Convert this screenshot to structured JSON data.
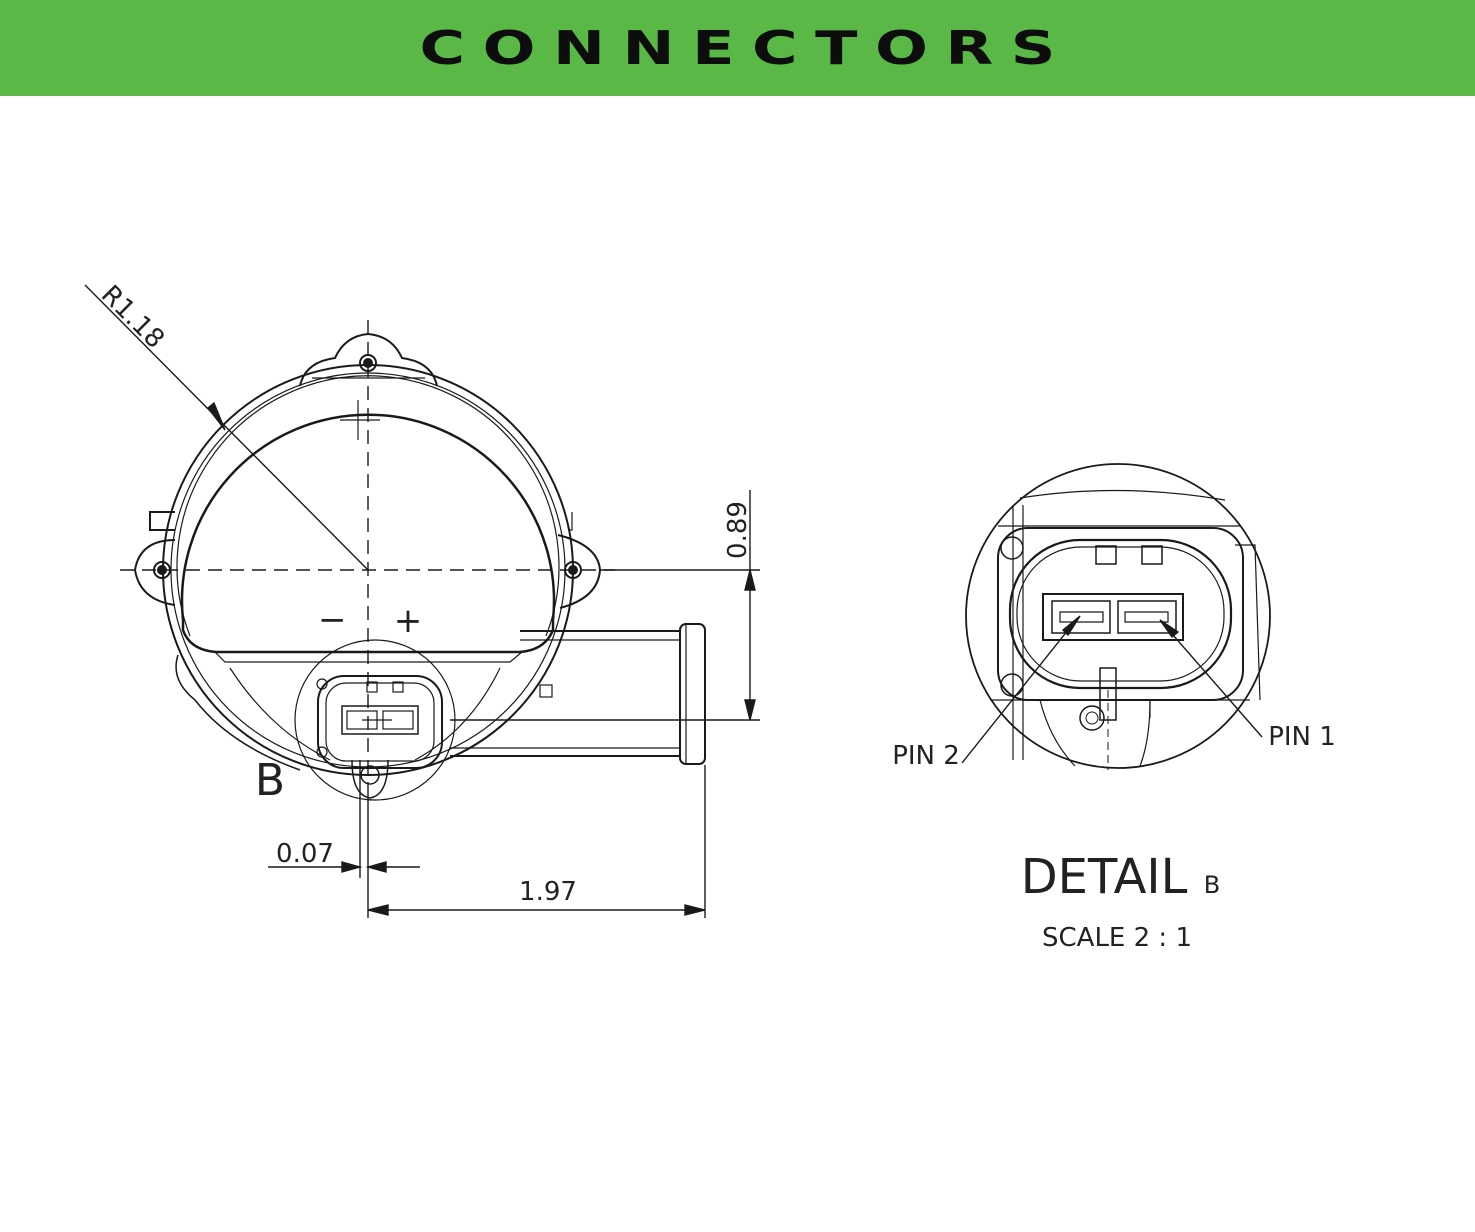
{
  "header": {
    "title": "CONNECTORS"
  },
  "colors": {
    "banner": "#5ab946",
    "line": "#1a1a1a"
  },
  "main_view": {
    "radius_label": "R1.18",
    "dim_height": "0.89",
    "dim_offset": "0.07",
    "dim_width": "1.97",
    "minus_symbol": "−",
    "plus_symbol": "+",
    "detail_marker": "B"
  },
  "detail_view": {
    "pin1_label": "PIN 1",
    "pin2_label": "PIN 2",
    "title_main": "DETAIL",
    "title_letter": "B",
    "scale_text": "SCALE 2 : 1"
  }
}
